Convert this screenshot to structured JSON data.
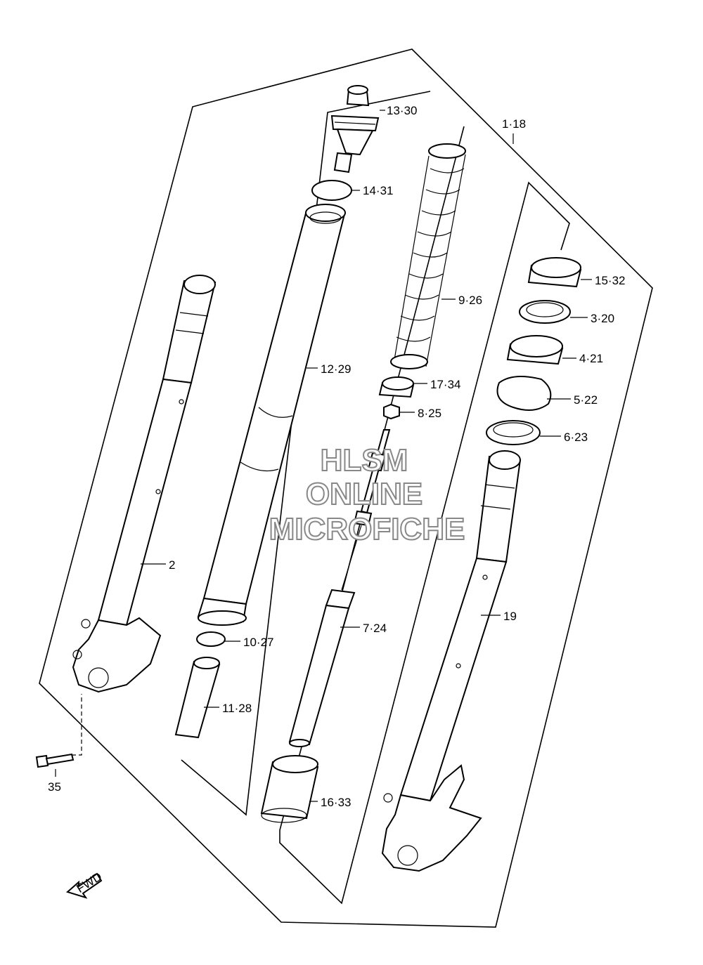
{
  "watermark": {
    "line1": "HLSM",
    "line2": "ONLINE",
    "line3": "MICROFICHE"
  },
  "fwd_arrow_label": "FWD",
  "callouts": {
    "p1_18": "1·18",
    "p2": "2",
    "p3_20": "3·20",
    "p4_21": "4·21",
    "p5_22": "5·22",
    "p6_23": "6·23",
    "p7_24": "7·24",
    "p8_25": "8·25",
    "p9_26": "9·26",
    "p10_27": "10·27",
    "p11_28": "11·28",
    "p12_29": "12·29",
    "p13_30": "13·30",
    "p14_31": "14·31",
    "p15_32": "15·32",
    "p16_33": "16·33",
    "p17_34": "17·34",
    "p19": "19",
    "p35": "35"
  }
}
